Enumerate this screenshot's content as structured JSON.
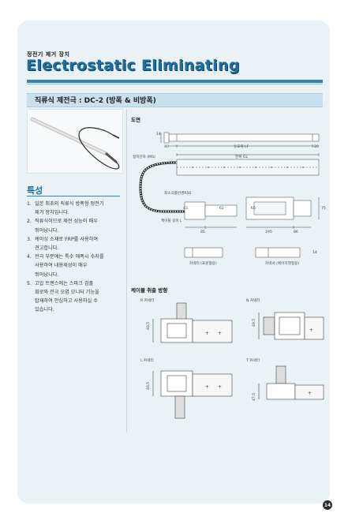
{
  "header": {
    "category": "정전기 제거 장치",
    "title": "Electrostatic Eliminating"
  },
  "section": {
    "title": "직류식 제전극 : DC-2 (방폭 & 비방폭)"
  },
  "features": {
    "title": "특성",
    "items": [
      {
        "num": "1.",
        "lines": [
          "일본 최초의 직류식 방폭형 정전기",
          "제거 장치입니다."
        ]
      },
      {
        "num": "2.",
        "lines": [
          "직류식이므로 제전 성능이 매우",
          "뛰어납니다."
        ]
      },
      {
        "num": "3.",
        "lines": [
          "케이싱 소재로 FRP를 사용하여",
          "견고합니다."
        ]
      },
      {
        "num": "4.",
        "lines": [
          "전극 부분에는 특수 에폭시 수지를",
          "사용하여 내용제성이 매우",
          "뛰어납니다."
        ]
      },
      {
        "num": "5.",
        "lines": [
          "고압 트랜스에는 스파크 검출",
          "회로와 전극 오염 모니터 기능을",
          "탑재하여 안심하고 사용하실 수",
          "있습니다."
        ]
      }
    ]
  },
  "drawing": {
    "title": "도면",
    "dim_14a": "14",
    "dim_14b": "14",
    "dim_40": "40",
    "effective_length": "유효폭 LF",
    "dim_end": "20",
    "ground_terminal": "접지단자 (MS)",
    "total_length": "전폭 GL",
    "bend_radius": "최소곡률반경R50",
    "cable_length": "케이블 길이 L",
    "dim_43": "43",
    "dim_62": "62",
    "dim_65": "65",
    "dim_75": "75",
    "dim_85": "85",
    "dim_195": "195",
    "dim_86": "86",
    "dim_14c": "14",
    "connector_standard": "커넥터 (표준형용)",
    "connector_air_jet": "커넥서 (에어지젯형용)"
  },
  "cable_direction": {
    "title": "케이블 취출 방향",
    "r_label": "R 커넥터",
    "n_label": "N 커넥터",
    "l_label": "L 커넥터",
    "t_label": "T 커넥터",
    "dim_r": "40.5",
    "dim_n": "49.5",
    "dim_l": "40.5",
    "dim_t": "47.5"
  },
  "page": {
    "number": "14"
  },
  "colors": {
    "accent": "#1e6f9f",
    "panel": "#eaf2f6",
    "section": "#c9e1ee"
  }
}
